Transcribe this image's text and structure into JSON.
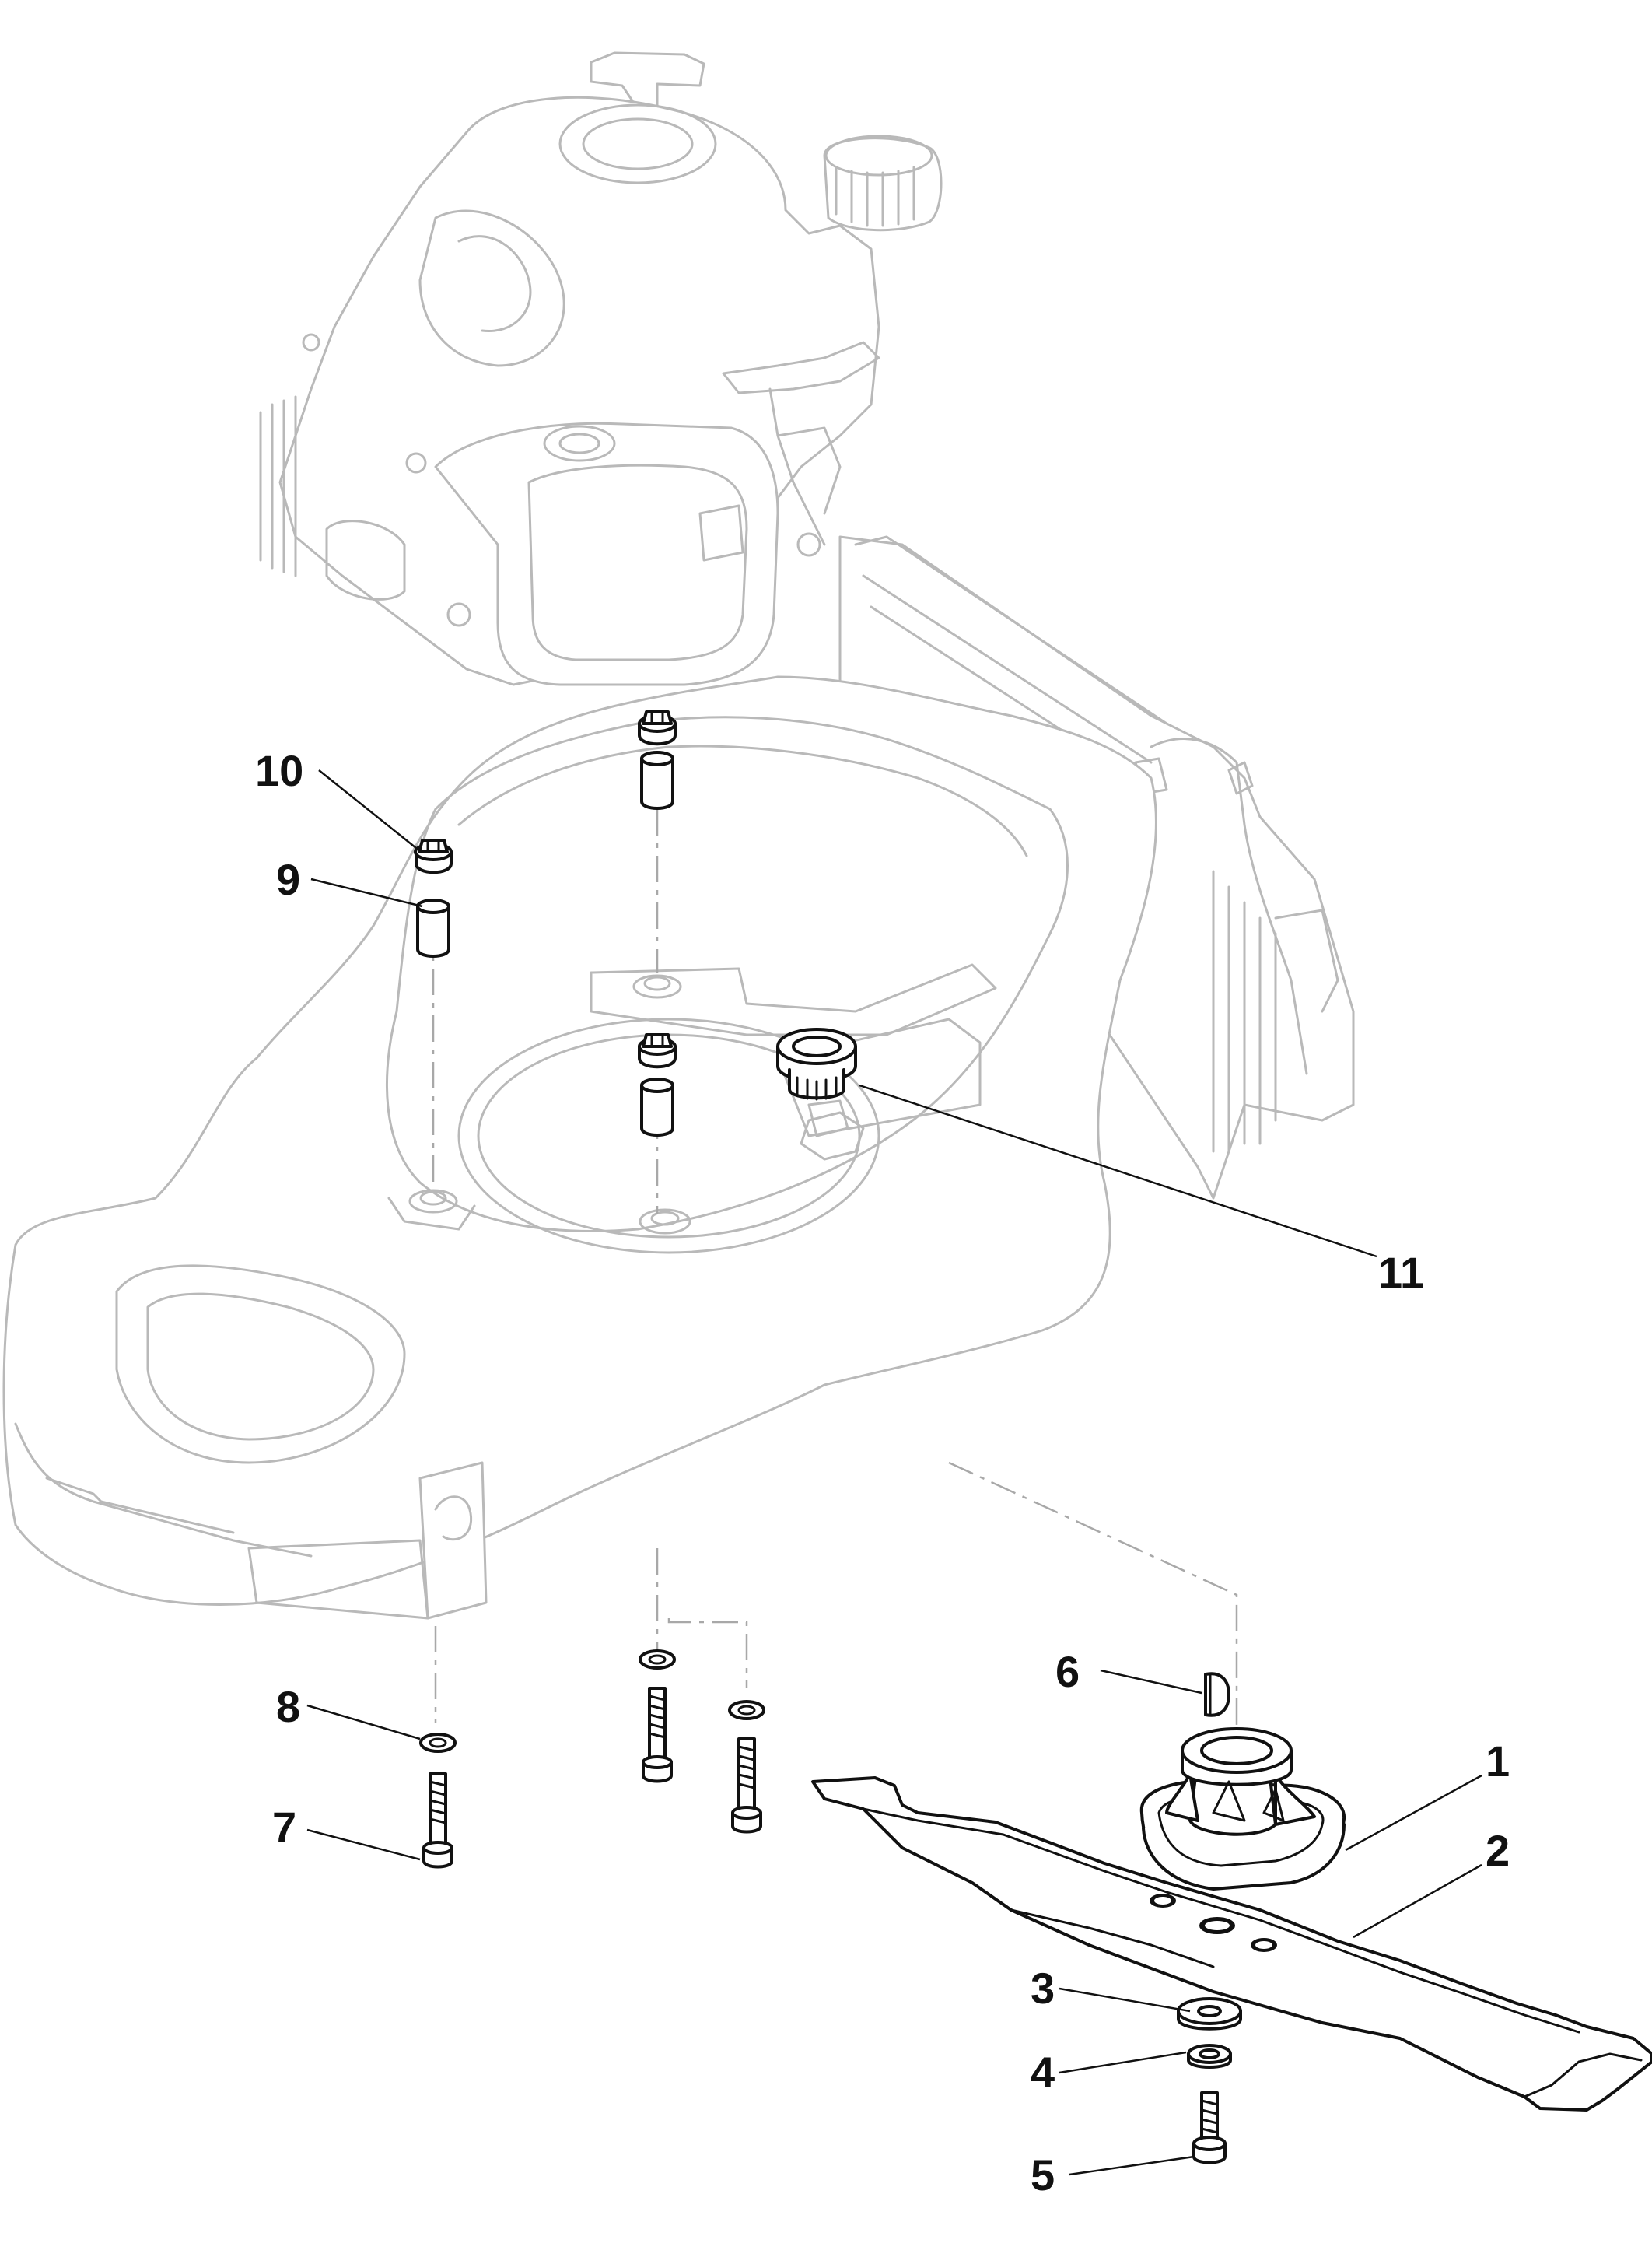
{
  "callouts": [
    {
      "id": "1",
      "label": "1"
    },
    {
      "id": "2",
      "label": "2"
    },
    {
      "id": "3",
      "label": "3"
    },
    {
      "id": "4",
      "label": "4"
    },
    {
      "id": "5",
      "label": "5"
    },
    {
      "id": "6",
      "label": "6"
    },
    {
      "id": "7",
      "label": "7"
    },
    {
      "id": "8",
      "label": "8"
    },
    {
      "id": "9",
      "label": "9"
    },
    {
      "id": "10",
      "label": "10"
    },
    {
      "id": "11",
      "label": "11"
    }
  ],
  "colors": {
    "part_outline": "#111111",
    "context_outline": "#b9b9b9",
    "background": "#ffffff"
  }
}
